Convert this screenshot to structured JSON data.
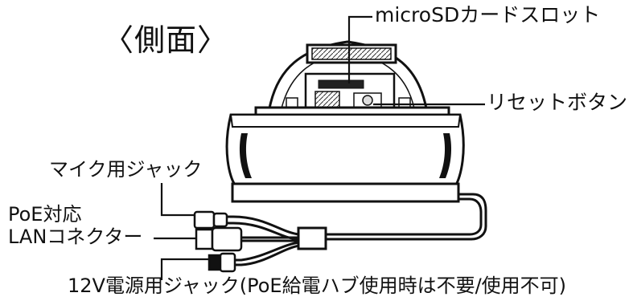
{
  "title": "〈側面〉",
  "callouts": {
    "microsd_slot": "microSDカードスロット",
    "reset_button": "リセットボタン",
    "mic_jack": "マイク用ジャック",
    "poe_lan_line1": "PoE対応",
    "poe_lan_line2": "LANコネクター",
    "power_jack": "12V電源用ジャック(PoE給電ハブ使用時は不要/使用不可)"
  }
}
